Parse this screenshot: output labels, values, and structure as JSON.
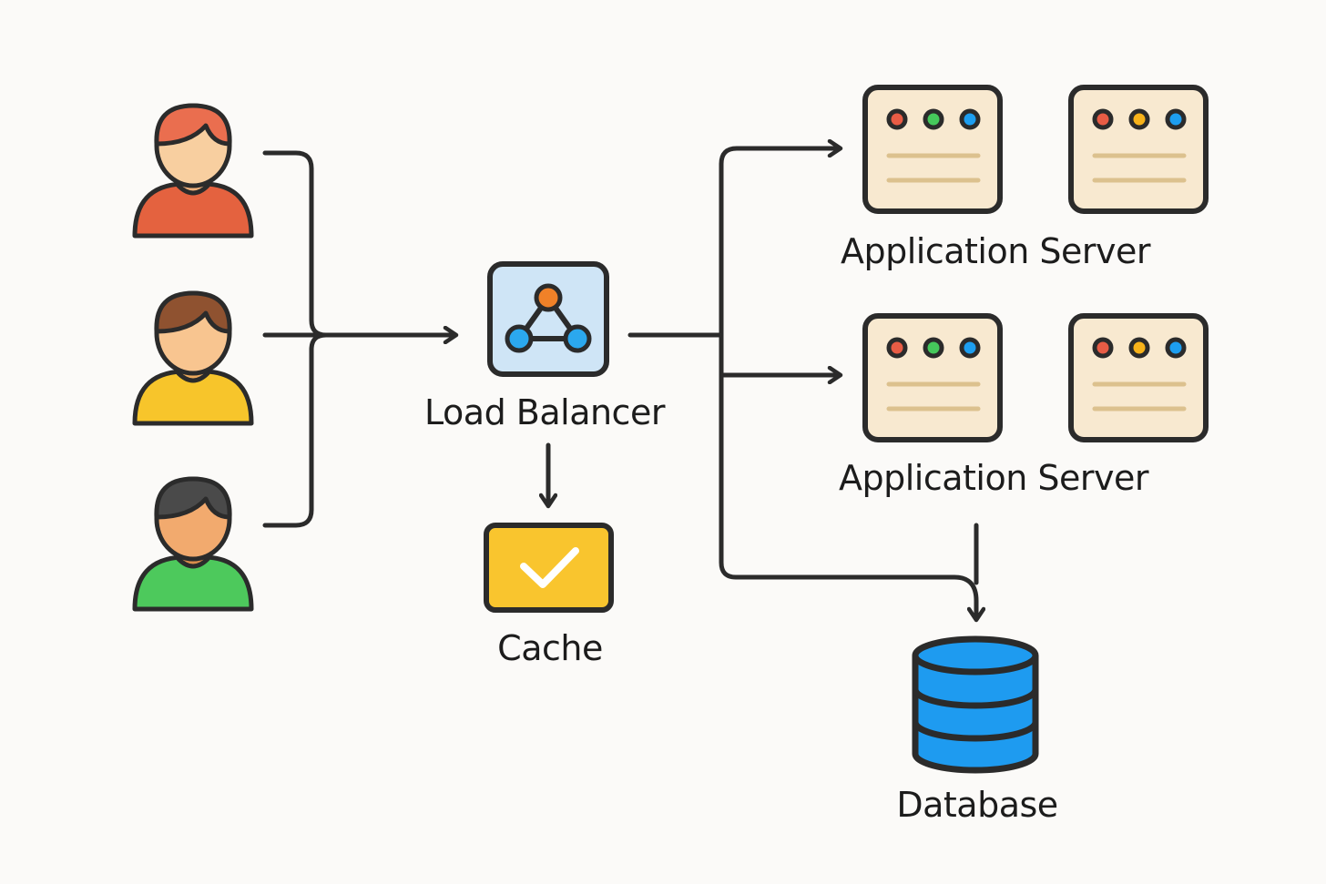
{
  "diagram": {
    "title": "Load-balanced web architecture",
    "users": [
      {
        "name": "user-1",
        "hair": "#ea6e4f",
        "face": "#f8cfa0",
        "neck": "#f0b27c",
        "shirt": "#e4623f"
      },
      {
        "name": "user-2",
        "hair": "#8f5230",
        "face": "#f8c590",
        "neck": "#eda95c",
        "shirt": "#f7c52b"
      },
      {
        "name": "user-3",
        "hair": "#4a4a4a",
        "face": "#f2aa6e",
        "neck": "#d98c4b",
        "shirt": "#4dc95c"
      }
    ],
    "load_balancer": {
      "label": "Load Balancer",
      "bg": "#cfe5f6",
      "top_node": "#f08128",
      "bottom_nodes": "#2ba8ee"
    },
    "cache": {
      "label": "Cache",
      "bg": "#f9c52e",
      "check": "#ffffff"
    },
    "app_servers": [
      {
        "label": "Application Server",
        "servers": [
          {
            "dots": [
              "#e85c45",
              "#45c85b",
              "#1d9ef0"
            ]
          },
          {
            "dots": [
              "#e85c45",
              "#f7b21a",
              "#1d9ef0"
            ]
          }
        ]
      },
      {
        "label": "Application Server",
        "servers": [
          {
            "dots": [
              "#e85c45",
              "#45c85b",
              "#1d9ef0"
            ]
          },
          {
            "dots": [
              "#e85c45",
              "#f7b21a",
              "#1d9ef0"
            ]
          }
        ]
      }
    ],
    "database": {
      "label": "Database",
      "fill": "#1e9bf0"
    },
    "colors": {
      "stroke": "#2b2b2b",
      "server_bg": "#f8e9d0",
      "server_line": "#dcc18e",
      "background": "#fbfaf8"
    }
  }
}
